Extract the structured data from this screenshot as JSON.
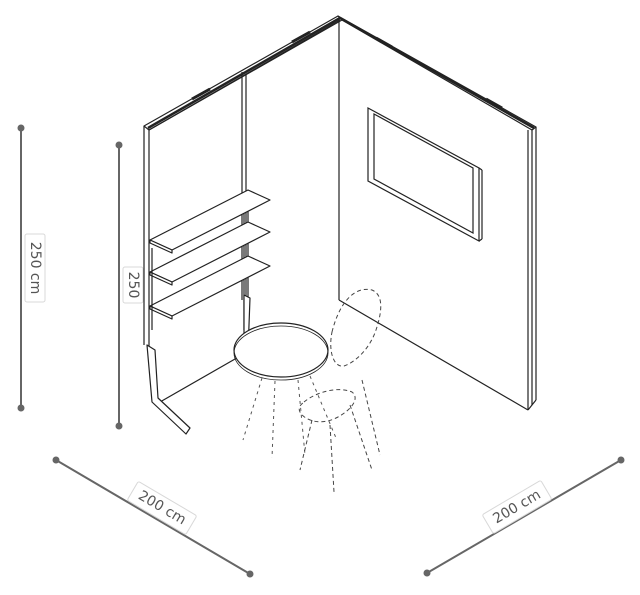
{
  "dimensions": {
    "height_outer": "250 cm",
    "height_inner": "250",
    "width_left": "200 cm",
    "width_right": "200 cm"
  },
  "colors": {
    "line": "#222222",
    "dimension": "#666666",
    "panel_edge": "#444444",
    "background": "#ffffff"
  }
}
